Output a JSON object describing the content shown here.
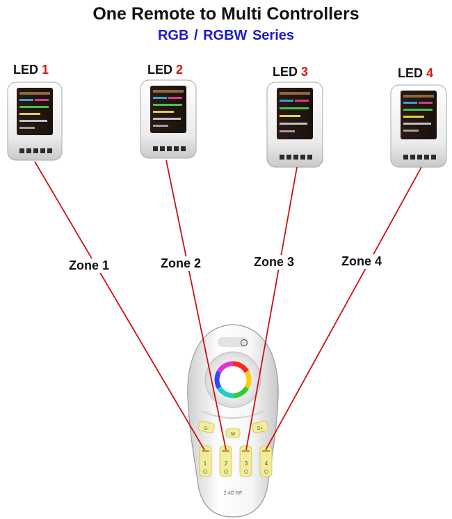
{
  "title": "One Remote to Multi Controllers",
  "subtitle": "RGB / RGBW  Series",
  "leds": [
    {
      "prefix": "LED",
      "num": "1"
    },
    {
      "prefix": "LED",
      "num": "2"
    },
    {
      "prefix": "LED",
      "num": "3"
    },
    {
      "prefix": "LED",
      "num": "4"
    }
  ],
  "zones": [
    "Zone 1",
    "Zone 2",
    "Zone 3",
    "Zone 4"
  ],
  "remote": {
    "buttons": {
      "s_minus": "S-",
      "mode": "M",
      "s_plus": "S+",
      "zone_numbers": [
        "1",
        "2",
        "3",
        "4"
      ]
    },
    "brand_text": "2.4G RF"
  },
  "colors": {
    "link_line": "#cc1111",
    "led_num": "#cc1a1a",
    "subtitle": "#1a1acc",
    "zone_button": "#f3ec9a"
  }
}
